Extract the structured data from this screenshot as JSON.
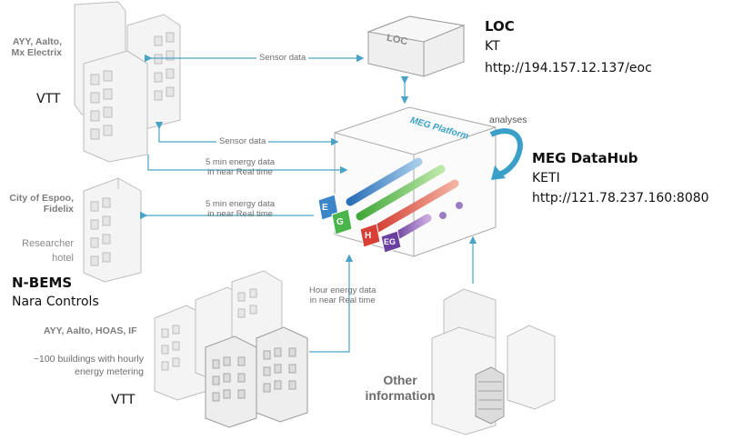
{
  "groups": {
    "top_left": {
      "org": "AYY, Aalto,",
      "org2": "Mx Electrix",
      "provider": "VTT"
    },
    "middle_left": {
      "org": "City of Espoo,",
      "org2": "Fidelix",
      "place": "Researcher",
      "place2": "hotel",
      "provider_title": "N-BEMS",
      "provider": "Nara Controls"
    },
    "bottom_left": {
      "org": "AYY, Aalto, HOAS, IF",
      "note": "~100 buildings with hourly",
      "note2": "energy metering",
      "provider": "VTT"
    },
    "loc": {
      "box_label": "LOC",
      "title": "LOC",
      "org": "KT",
      "url": "http://194.157.12.137/eoc"
    },
    "hub": {
      "platform_label": "MEG Platform",
      "analyses": "analyses",
      "title": "MEG DataHub",
      "org": "KETI",
      "url": "http://121.78.237.160:8080"
    },
    "other": {
      "line1": "Other",
      "line2": "information"
    },
    "cards": [
      "E",
      "G",
      "H",
      "EG"
    ]
  },
  "flows": {
    "sensor_top": "Sensor data",
    "sensor_mid": "Sensor data",
    "energy_top": "5 min energy data",
    "energy_top2": "in near Real time",
    "energy_mid": "5 min energy data",
    "energy_mid2": "in near Real time",
    "hourly": "Hour energy data",
    "hourly2": "in near Real time"
  },
  "colors": {
    "arrow": "#4aa3c4",
    "rail_blue": "#3a86c8",
    "rail_green": "#5cc04a",
    "rail_red": "#e04a3c",
    "rail_purple": "#7a4aa8",
    "box_line": "#9a9a9a"
  }
}
